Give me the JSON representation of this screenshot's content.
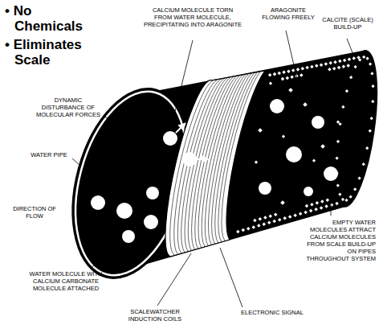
{
  "diagram": {
    "labels": [
      "• No Chemicals",
      "• Eliminates Scale",
      "CALCIUM MOLECULE TORN FROM WATER MOLECULE, PRECIPITATING INTO ARAGONITE",
      "ARAGONITE FLOWING FREELY",
      "CALCITE (SCALE) BUILD-UP",
      "DYNAMIC DISTURBANCE OF MOLECULAR FORCES",
      "WATER PIPE",
      "DIRECTION OF FLOW",
      "WATER MOLECULE WITH CALCIUM CARBONATE MOLECULE ATTACHED",
      "SCALEWATCHER INDUCTION COILS",
      "ELECTRONIC SIGNAL",
      "EMPTY WATER MOLECULES ATTRACT CALCIUM MOLECULES FROM SCALE BUILD-UP ON PIPES THROUGHOUT SYSTEM"
    ]
  }
}
